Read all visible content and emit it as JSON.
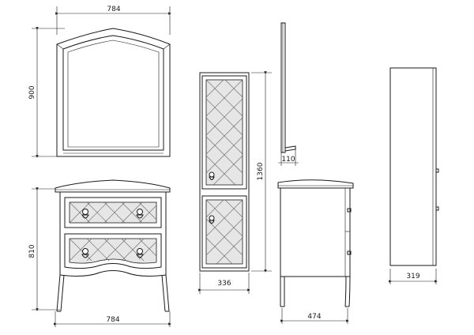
{
  "dimensions": {
    "mirror_width": "784",
    "mirror_height": "900",
    "cabinet_height_tall": "1360",
    "shelf_depth": "110",
    "vanity_height": "810",
    "vanity_width": "784",
    "tall_cabinet_width": "336",
    "vanity_depth": "474",
    "side_cabinet_depth": "319"
  }
}
